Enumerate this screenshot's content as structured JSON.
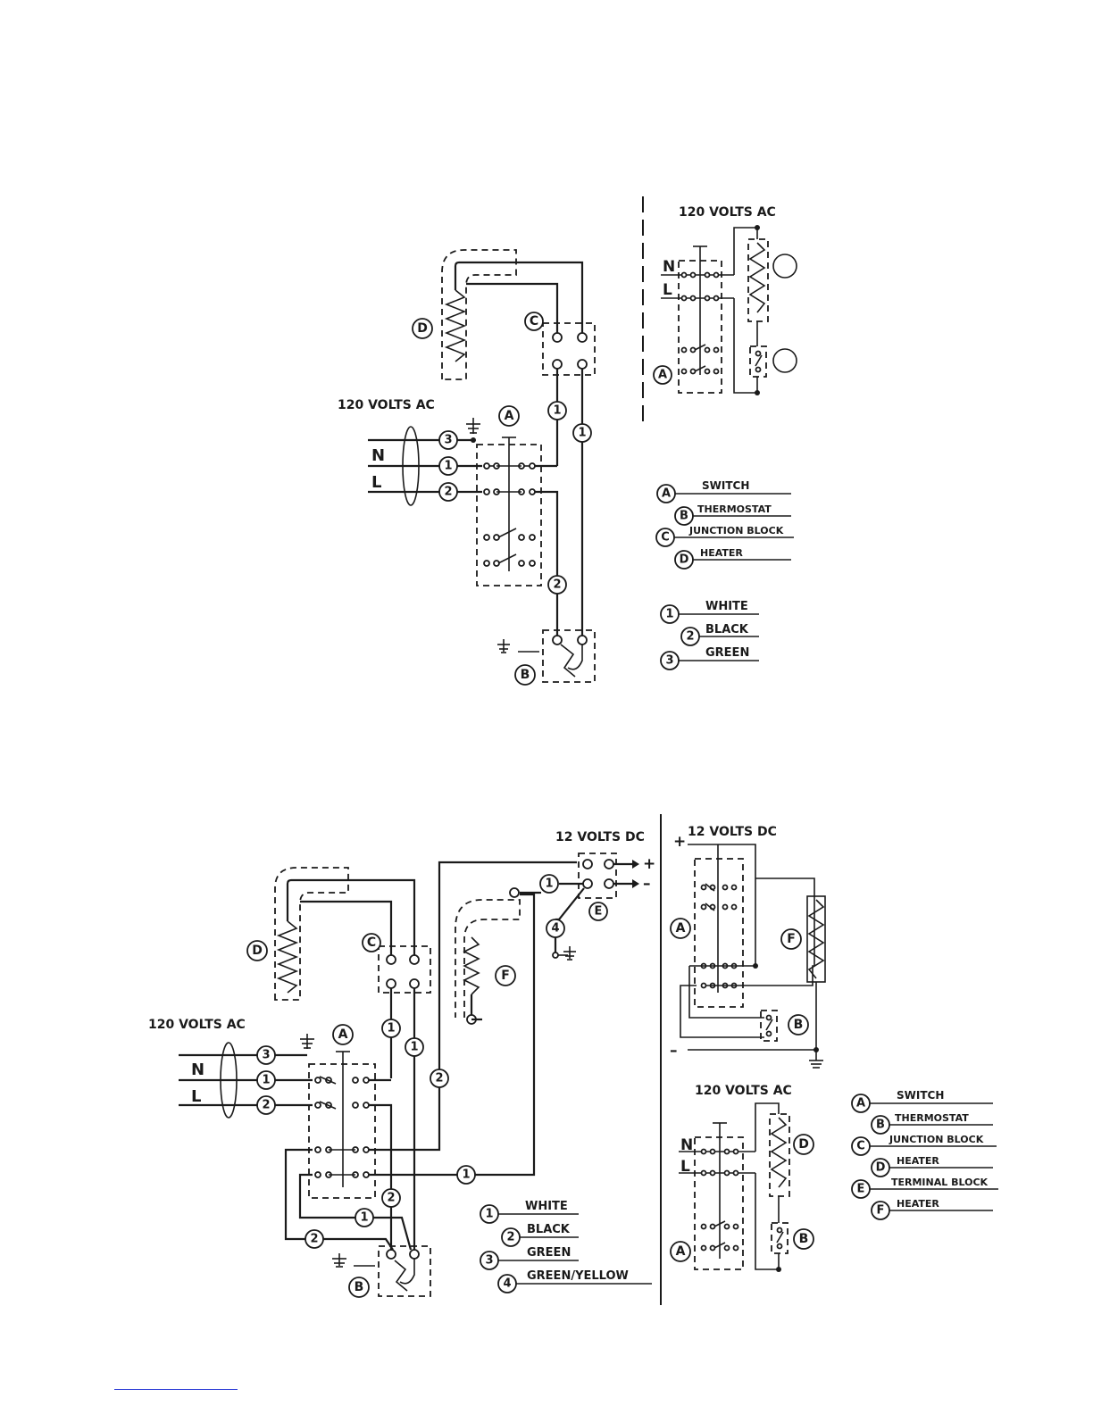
{
  "figure_top": {
    "volts_ac": "120 VOLTS AC",
    "schematic_volts": "120 VOLTS AC",
    "letters": {
      "A": "A",
      "B": "B",
      "C": "C",
      "D": "D"
    },
    "wires": {
      "one": "1",
      "two": "2",
      "three": "3"
    },
    "line_labels": {
      "N": "N",
      "L": "L"
    },
    "legend": [
      {
        "key": "A",
        "text": "SWITCH"
      },
      {
        "key": "B",
        "text": "THERMOSTAT"
      },
      {
        "key": "C",
        "text": "JUNCTION BLOCK"
      },
      {
        "key": "D",
        "text": "HEATER"
      }
    ],
    "wire_legend": [
      {
        "key": "1",
        "text": "WHITE"
      },
      {
        "key": "2",
        "text": "BLACK"
      },
      {
        "key": "3",
        "text": "GREEN"
      }
    ]
  },
  "figure_bottom": {
    "volts_ac": "120 VOLTS AC",
    "volts_dc": "12 VOLTS DC",
    "schematic_dc": "12 VOLTS DC",
    "schematic_ac": "120 VOLTS AC",
    "plus": "+",
    "minus": "–",
    "letters": {
      "A": "A",
      "B": "B",
      "C": "C",
      "D": "D",
      "E": "E",
      "F": "F"
    },
    "wires": {
      "one": "1",
      "two": "2",
      "three": "3",
      "four": "4"
    },
    "line_labels": {
      "N": "N",
      "L": "L"
    },
    "wire_legend": [
      {
        "key": "1",
        "text": "WHITE"
      },
      {
        "key": "2",
        "text": "BLACK"
      },
      {
        "key": "3",
        "text": "GREEN"
      },
      {
        "key": "4",
        "text": "GREEN/YELLOW"
      }
    ],
    "legend": [
      {
        "key": "A",
        "text": "SWITCH"
      },
      {
        "key": "B",
        "text": "THERMOSTAT"
      },
      {
        "key": "C",
        "text": "JUNCTION BLOCK"
      },
      {
        "key": "D",
        "text": "HEATER"
      },
      {
        "key": "E",
        "text": "TERMINAL BLOCK"
      },
      {
        "key": "F",
        "text": "HEATER"
      }
    ]
  }
}
